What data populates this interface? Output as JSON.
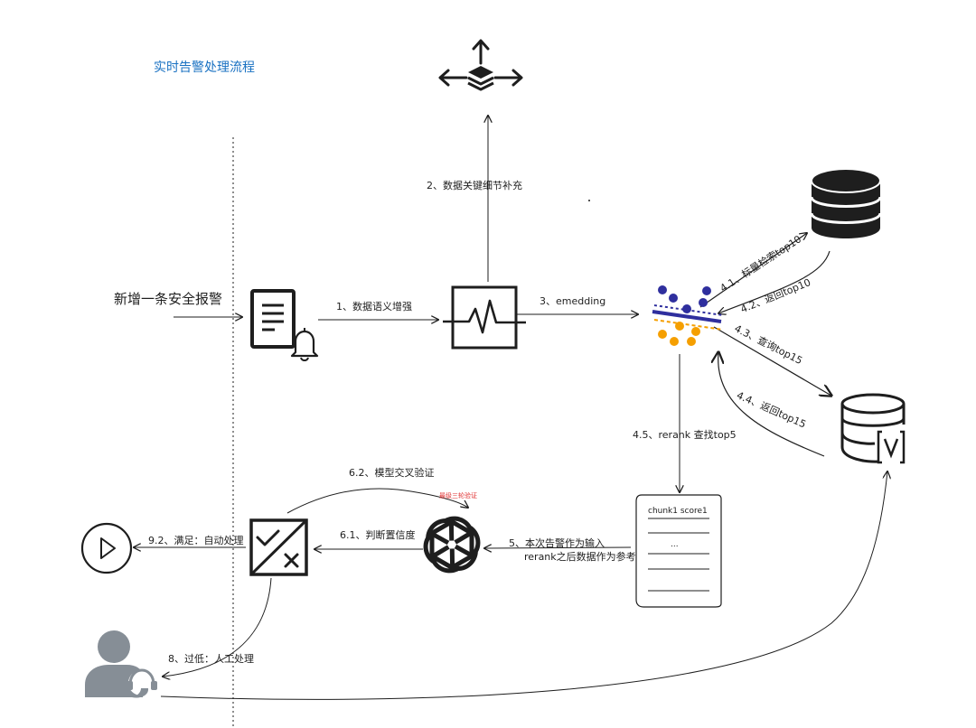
{
  "title": "实时告警处理流程",
  "input_label": "新增一条安全报警",
  "steps": {
    "s1": "1、数据语义增强",
    "s2": "2、数据关键细节补充",
    "s3": "3、emedding",
    "s41": "4.1、标量检索top10",
    "s42": "4.2、返回top10",
    "s43": "4.3、查询top15",
    "s44": "4.4、返回top15",
    "s45": "4.5、rerank 查找top5",
    "s5_line1": "5、本次告警作为输入",
    "s5_line2": "rerank之后数据作为参考",
    "s61": "6.1、判断置信度",
    "s62": "6.2、模型交叉验证",
    "s62_note": "最级三轮验证",
    "s8": "8、过低：人工处理",
    "s92": "9.2、满足：自动处理"
  },
  "doc": {
    "heading": "chunk1 score1",
    "ellipsis": "..."
  },
  "colors": {
    "title": "#1971c2",
    "stroke": "#1e1e1e",
    "vector_blue": "#2f2f9e",
    "vector_orange": "#f59f00",
    "note_red": "#e03131",
    "person_gray": "#868e96"
  },
  "icons": {
    "layers": "layers-move-icon",
    "alert_doc": "document-bell-icon",
    "activity": "activity-monitor-icon",
    "vector": "vector-split-icon",
    "db_scalar": "database-icon",
    "db_vector": "vector-database-icon",
    "chunks": "chunk-list-document",
    "llm": "openai-logo-icon",
    "judge": "check-cross-decision-icon",
    "auto": "play-circle-icon",
    "human": "support-person-icon"
  }
}
